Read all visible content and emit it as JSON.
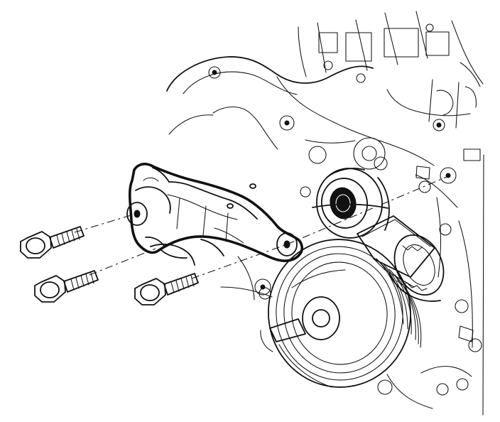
{
  "diagram": {
    "background": "#ffffff",
    "line_color": "#111111",
    "parts": {
      "bracket": "bracket",
      "engine": "engine block",
      "pulleys": "pulleys",
      "bolts": "bolts"
    }
  }
}
